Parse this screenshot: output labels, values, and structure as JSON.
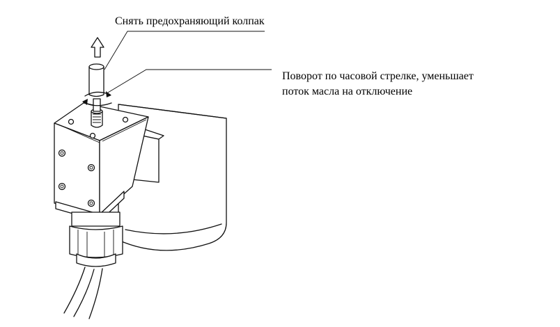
{
  "labels": {
    "remove_cap": "Снять предохраняющий колпак",
    "rotate_line1": "Поворот по часовой стрелке, уменьшает",
    "rotate_line2": "поток масла на отключение"
  },
  "icons": {
    "up_arrow": "up-arrow-icon",
    "rotation_arrow": "clockwise-arrow-icon"
  },
  "colors": {
    "line": "#111111",
    "background": "#ffffff"
  }
}
